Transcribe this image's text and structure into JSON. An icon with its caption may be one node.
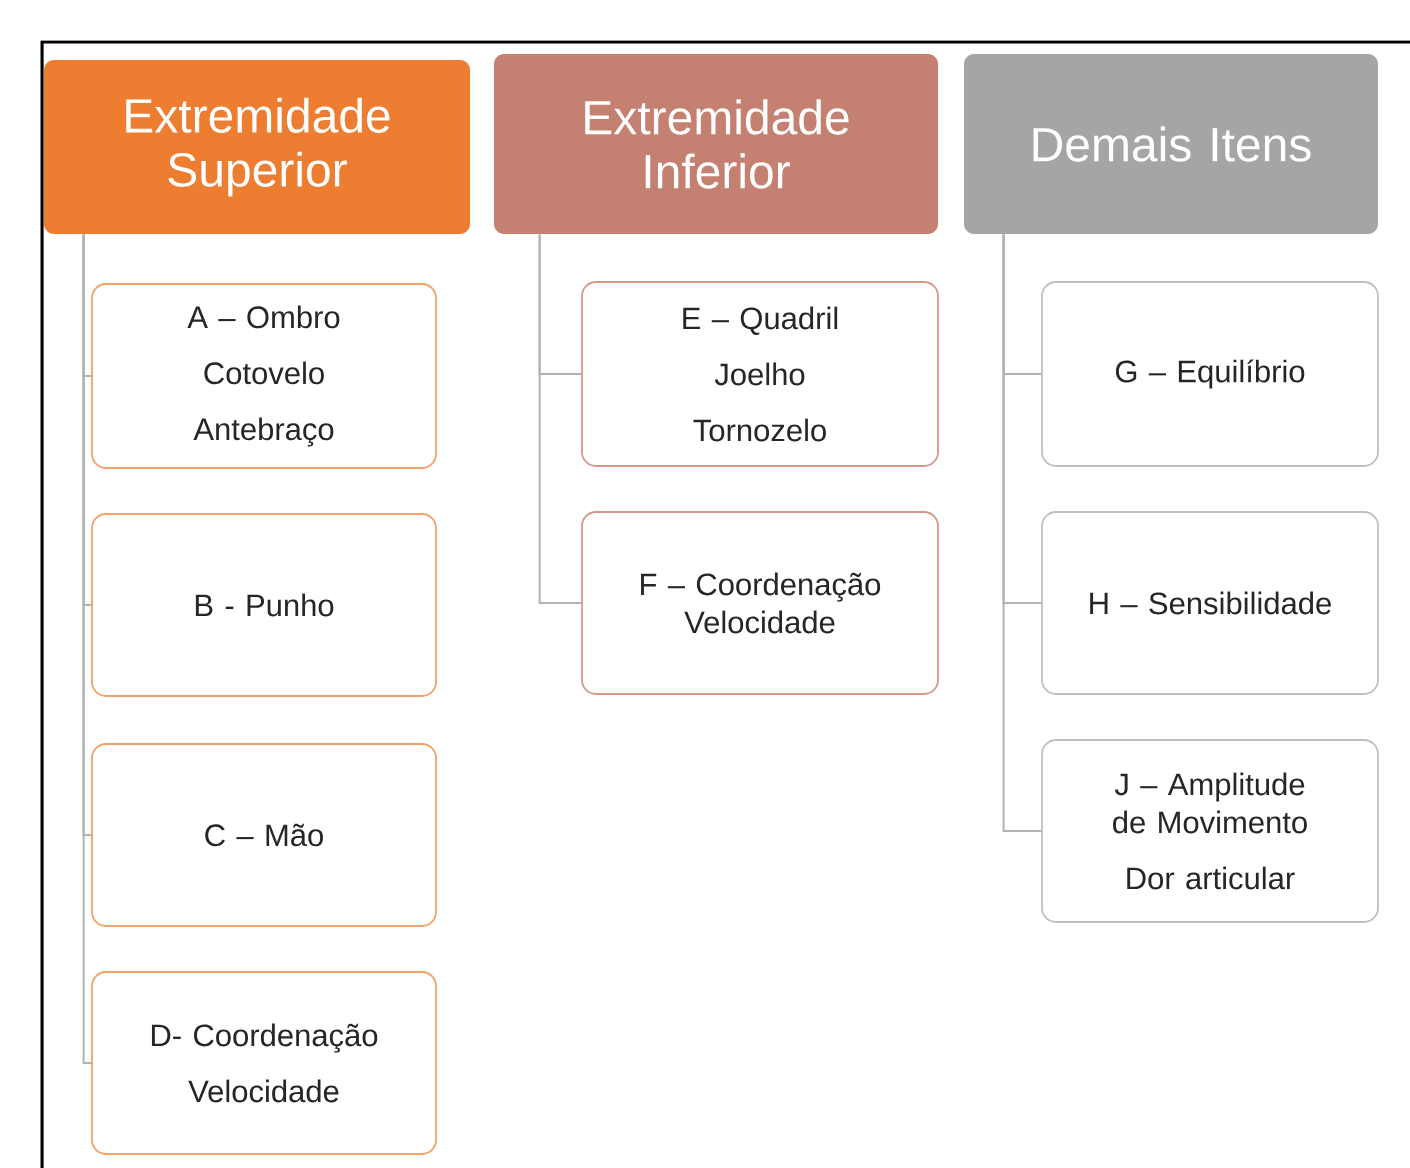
{
  "diagram": {
    "nodes": [
      {
        "text": [
          "Extremidade Superior"
        ]
      },
      {
        "text": [
          "Extremidade Inferior"
        ]
      },
      {
        "text": [
          "Demais Itens"
        ]
      },
      {
        "text": [
          "A – Ombro",
          "Cotovelo",
          "Antebraço"
        ]
      },
      {
        "text": [
          "B - Punho"
        ]
      },
      {
        "text": [
          "C – Mão"
        ]
      },
      {
        "text": [
          "D- Coordenação",
          "Velocidade"
        ]
      },
      {
        "text": [
          "E – Quadril",
          "Joelho",
          "Tornozelo"
        ]
      },
      {
        "text": [
          "F – Coordenação Velocidade"
        ]
      },
      {
        "text": [
          "G – Equilíbrio"
        ]
      },
      {
        "text": [
          "H – Sensibilidade"
        ]
      },
      {
        "text": [
          "J – Amplitude de Movimento",
          "Dor articular"
        ]
      }
    ],
    "edges": [
      {
        "from": 0,
        "to": 3,
        "arrow": "none"
      },
      {
        "from": 0,
        "to": 4,
        "arrow": "none"
      },
      {
        "from": 0,
        "to": 5,
        "arrow": "none"
      },
      {
        "from": 0,
        "to": 6,
        "arrow": "none"
      },
      {
        "from": 1,
        "to": 7,
        "arrow": "none"
      },
      {
        "from": 1,
        "to": 8,
        "arrow": "none"
      },
      {
        "from": 2,
        "to": 9,
        "arrow": "none"
      },
      {
        "from": 2,
        "to": 10,
        "arrow": "none"
      },
      {
        "from": 2,
        "to": 11,
        "arrow": "none"
      }
    ]
  }
}
